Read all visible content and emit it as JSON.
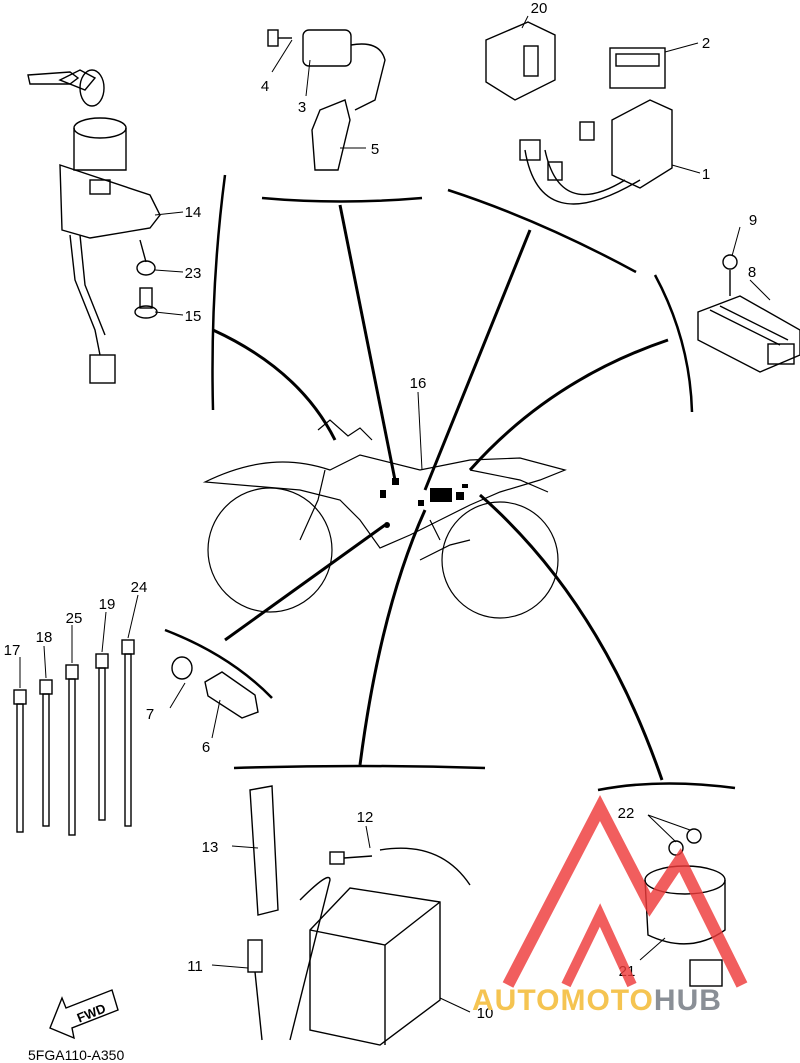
{
  "diagram": {
    "reference_code": "5FGA110-A350",
    "fwd_label": "FWD",
    "watermark": {
      "part1": "AUTOMOTO",
      "part2": "HUB",
      "color1": "#f5c451",
      "color2": "#8a8f96",
      "triangle_color": "#ee3b3b"
    },
    "callouts": [
      {
        "id": "1",
        "text": "1"
      },
      {
        "id": "2",
        "text": "2"
      },
      {
        "id": "3",
        "text": "3"
      },
      {
        "id": "4",
        "text": "4"
      },
      {
        "id": "5",
        "text": "5"
      },
      {
        "id": "6",
        "text": "6"
      },
      {
        "id": "7",
        "text": "7"
      },
      {
        "id": "8",
        "text": "8"
      },
      {
        "id": "9",
        "text": "9"
      },
      {
        "id": "10",
        "text": "10"
      },
      {
        "id": "11",
        "text": "11"
      },
      {
        "id": "12",
        "text": "12"
      },
      {
        "id": "13",
        "text": "13"
      },
      {
        "id": "14",
        "text": "14"
      },
      {
        "id": "15",
        "text": "15"
      },
      {
        "id": "16",
        "text": "16"
      },
      {
        "id": "17",
        "text": "17"
      },
      {
        "id": "18",
        "text": "18"
      },
      {
        "id": "19",
        "text": "19"
      },
      {
        "id": "20",
        "text": "20"
      },
      {
        "id": "21",
        "text": "21"
      },
      {
        "id": "22",
        "text": "22"
      },
      {
        "id": "23",
        "text": "23"
      },
      {
        "id": "24",
        "text": "24"
      },
      {
        "id": "25",
        "text": "25"
      }
    ]
  }
}
